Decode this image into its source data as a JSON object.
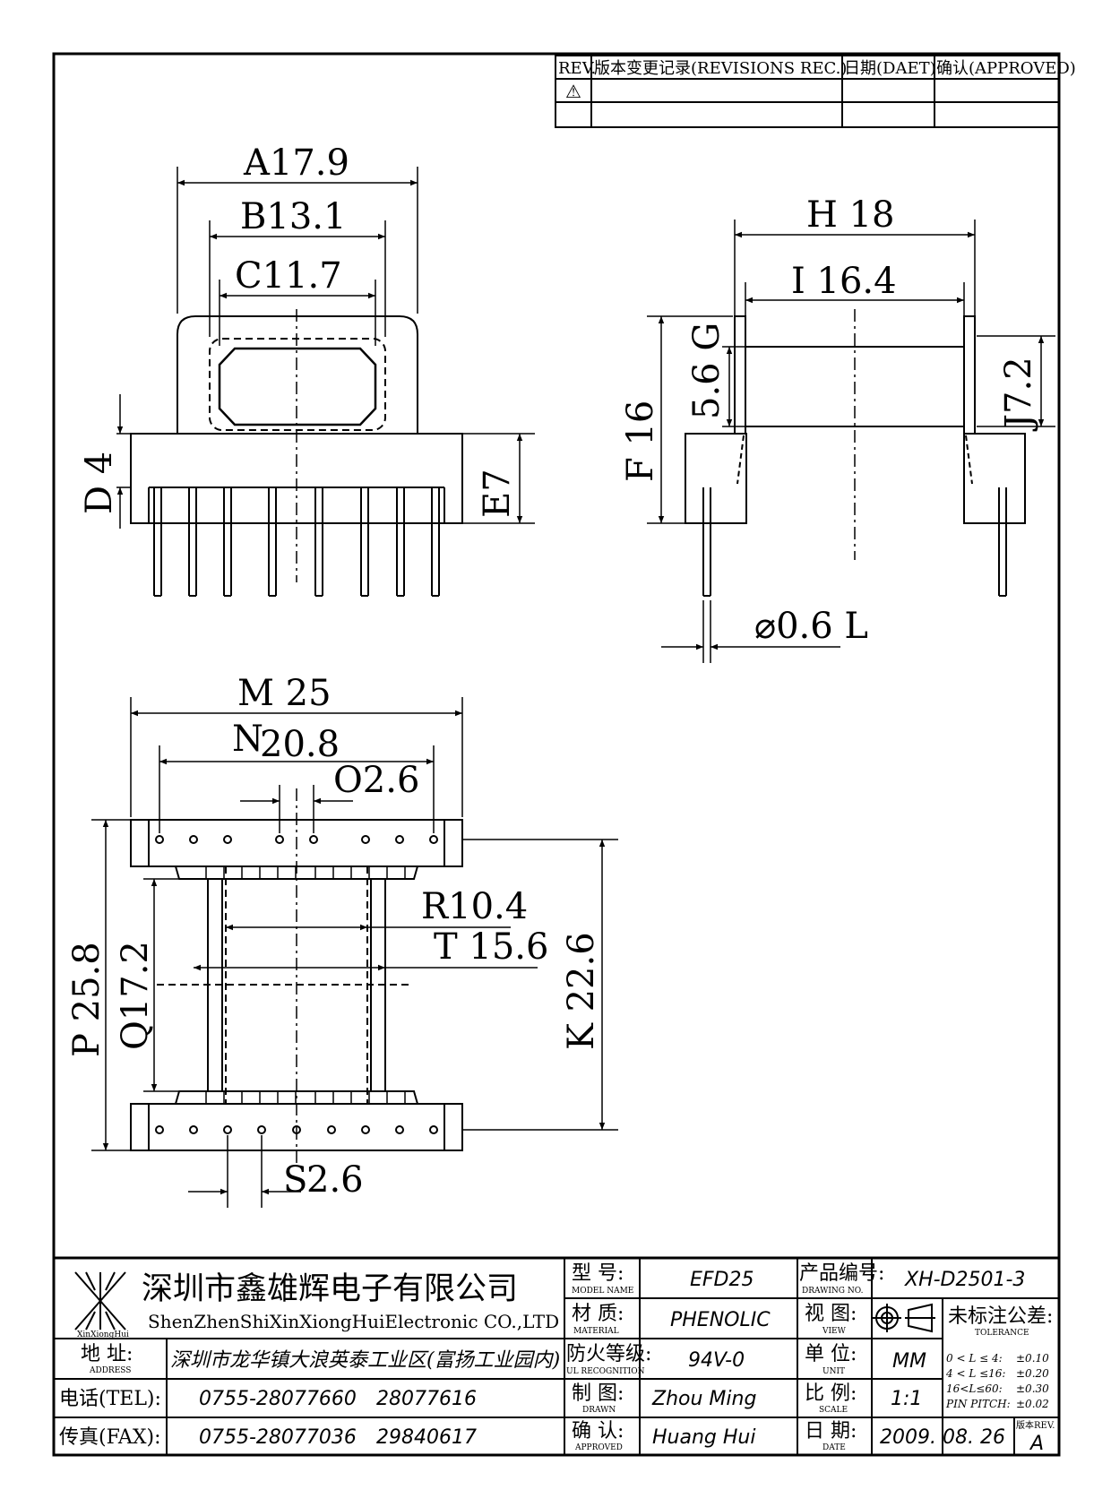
{
  "revisions_table": {
    "header": {
      "rev": "REV.",
      "record": "版本变更记录(REVISIONS REC.)",
      "date": "日期(DAET)",
      "approved": "确认(APPROVED)"
    },
    "rows": [
      {
        "rev": "⚠",
        "record": "",
        "date": "",
        "approved": ""
      },
      {
        "rev": "",
        "record": "",
        "date": "",
        "approved": ""
      }
    ]
  },
  "dimensions": {
    "A": "A17.9",
    "B": "B13.1",
    "C": "C11.7",
    "D": "D 4",
    "E": "E7",
    "H": "H 18",
    "I": "I 16.4",
    "G": "5.6 G",
    "F": "F 16",
    "J": "J7.2",
    "L": "⌀0.6 L",
    "M": "M 25",
    "N_letter": "N",
    "N_value": "20.8",
    "O": "O2.6",
    "R": "R10.4",
    "T": "T 15.6",
    "P": "P 25.8",
    "Q": "Q17.2",
    "K": "K 22.6",
    "S_letter": "S",
    "S_value": "2.6"
  },
  "title_block": {
    "logo_text": "XinXiongHui",
    "company_cn": "深圳市鑫雄辉电子有限公司",
    "company_en": "ShenZhenShiXinXiongHuiElectronic CO.,LTD",
    "address_label_cn": "地 址:",
    "address_label_en": "ADDRESS",
    "address_value": "深圳市龙华镇大浪英泰工业区(富扬工业园内)",
    "tel_label": "电话(TEL):",
    "tel_1": "0755-28077660",
    "tel_2": "28077616",
    "fax_label": "传真(FAX):",
    "fax_1": "0755-28077036",
    "fax_2": "29840617",
    "model_label_cn": "型 号:",
    "model_label_en": "MODEL NAME",
    "model_value": "EFD25",
    "material_label_cn": "材 质:",
    "material_label_en": "MATERIAL",
    "material_value": "PHENOLIC",
    "ul_label_cn": "防火等级:",
    "ul_label_en": "UL RECOGNITION",
    "ul_value": "94V-0",
    "drawn_label_cn": "制 图:",
    "drawn_label_en": "DRAWN",
    "drawn_value": "Zhou Ming",
    "approved_label_cn": "确 认:",
    "approved_label_en": "APPROVED",
    "approved_value": "Huang Hui",
    "drawing_no_label_cn": "产品编号:",
    "drawing_no_label_en": "DRAWING NO.",
    "drawing_no_value": "XH-D2501-3",
    "view_label_cn": "视 图:",
    "view_label_en": "VIEW",
    "unit_label_cn": "单 位:",
    "unit_label_en": "UNIT",
    "unit_value": "MM",
    "scale_label_cn": "比 例:",
    "scale_label_en": "SCALE",
    "scale_value": "1:1",
    "date_label_cn": "日 期:",
    "date_label_en": "DATE",
    "date_value": "2009. 08. 26",
    "tolerance_label_cn": "未标注公差:",
    "tolerance_label_en": "TOLERANCE",
    "tolerance_rows": [
      {
        "range": "0 < L ≤ 4:",
        "value": "±0.10"
      },
      {
        "range": "4 < L ≤16:",
        "value": "±0.20"
      },
      {
        "range": "16<L≤60:",
        "value": "±0.30"
      },
      {
        "range": "PIN PITCH:",
        "value": "±0.02"
      }
    ],
    "rev_label": "版本REV.",
    "rev_value": "A"
  }
}
